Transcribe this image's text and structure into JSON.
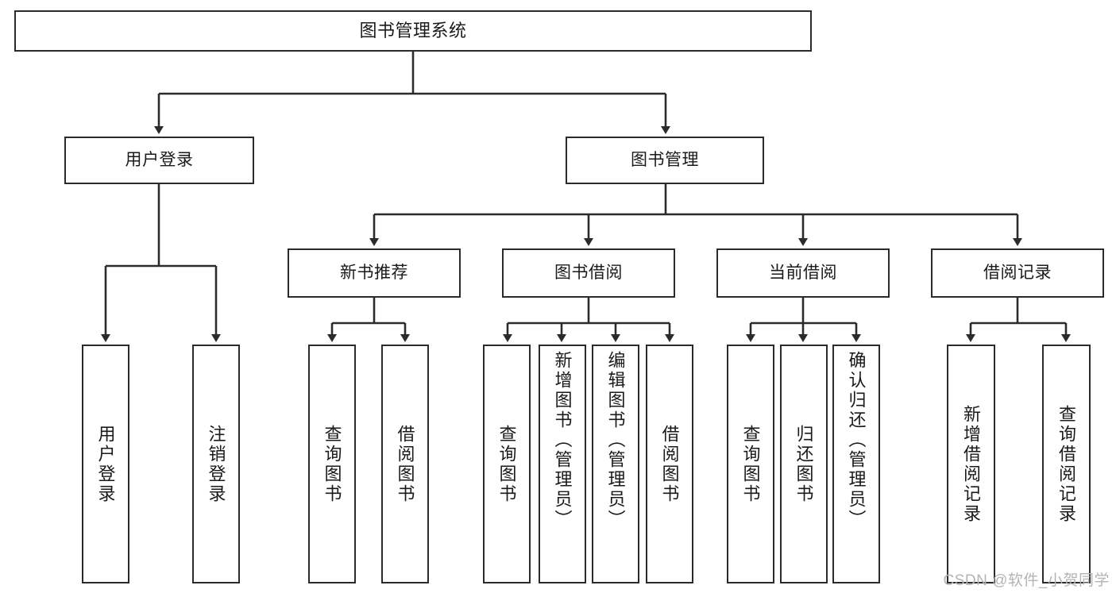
{
  "diagram": {
    "title": "图书管理系统",
    "type": "功能结构图",
    "watermark": "CSDN @软件_小贺同学",
    "accent_color": "#2b2b2b",
    "background_color": "#ffffff",
    "watermark_color": "#b4b4b4"
  },
  "nodes": {
    "root": {
      "label": "图书管理系统"
    },
    "level2": [
      {
        "label": "用户登录"
      },
      {
        "label": "图书管理"
      }
    ],
    "level3": [
      {
        "label": "新书推荐"
      },
      {
        "label": "图书借阅"
      },
      {
        "label": "当前借阅"
      },
      {
        "label": "借阅记录"
      }
    ],
    "leaves": {
      "user_login": [
        {
          "label": "用户登录"
        },
        {
          "label": "注销登录"
        }
      ],
      "new_book": [
        {
          "label": "查询图书"
        },
        {
          "label": "借阅图书"
        }
      ],
      "book_borrow": [
        {
          "label": "查询图书"
        },
        {
          "label": "新增图书（管理员）"
        },
        {
          "label": "编辑图书（管理员）"
        },
        {
          "label": "借阅图书"
        }
      ],
      "current_borrow": [
        {
          "label": "查询图书"
        },
        {
          "label": "归还图书"
        },
        {
          "label": "确认归还（管理员）"
        }
      ],
      "borrow_record": [
        {
          "label": "新增借阅记录"
        },
        {
          "label": "查询借阅记录"
        }
      ]
    }
  }
}
